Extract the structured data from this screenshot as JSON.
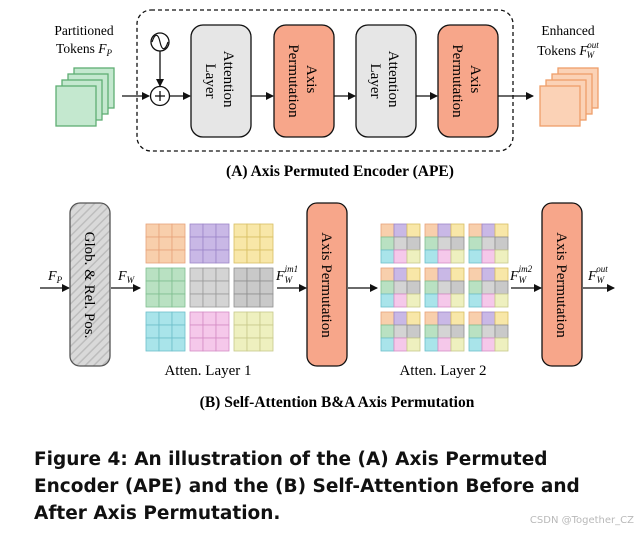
{
  "panel_a": {
    "input_label_line1": "Partitioned",
    "input_label_line2": "Tokens",
    "input_symbol": "F",
    "input_sub": "P",
    "output_label_line1": "Enhanced",
    "output_label_line2": "Tokens",
    "output_symbol": "F",
    "output_sub": "W",
    "output_sup": "out",
    "blocks": [
      {
        "line1": "Attention",
        "line2": "Layer",
        "kind": "attention"
      },
      {
        "line1": "Axis",
        "line2": "Permutation",
        "kind": "permutation"
      },
      {
        "line1": "Attention",
        "line2": "Layer",
        "kind": "attention"
      },
      {
        "line1": "Axis",
        "line2": "Permutation",
        "kind": "permutation"
      }
    ],
    "title": "(A) Axis Permuted Encoder (APE)"
  },
  "panel_b": {
    "global_block": "Glob. & Rel. Pos.",
    "perm_block": "Axis Permutation",
    "fp_symbol": "F",
    "fp_sub": "P",
    "fw_symbol": "F",
    "fw_sub": "W",
    "fim1_symbol": "F",
    "fim1_sub": "W",
    "fim1_sup": "im1",
    "fim2_symbol": "F",
    "fim2_sub": "W",
    "fim2_sup": "im2",
    "fout_symbol": "F",
    "fout_sub": "W",
    "fout_sup": "out",
    "layer1_label": "Atten. Layer 1",
    "layer2_label": "Atten. Layer 2",
    "title": "(B) Self-Attention B&A Axis Permutation"
  },
  "caption": "Figure 4: An illustration of the (A) Axis Permuted Encoder (APE) and the (B) Self-Attention Before and After Axis Permutation.",
  "watermark": "CSDN @Together_CZ",
  "colors": {
    "attention_fill": "#e6e6e6",
    "permutation_fill": "#f7a68a",
    "input_green": "#c4e8cf",
    "output_orange": "#fbd2b6",
    "grid_colors": [
      "#f8cfac",
      "#c9b8e6",
      "#f8e7a8",
      "#b9e1c2",
      "#d4d4d4",
      "#c9c9c9",
      "#a9e4ea",
      "#f5c8ea",
      "#eef0bf"
    ]
  }
}
